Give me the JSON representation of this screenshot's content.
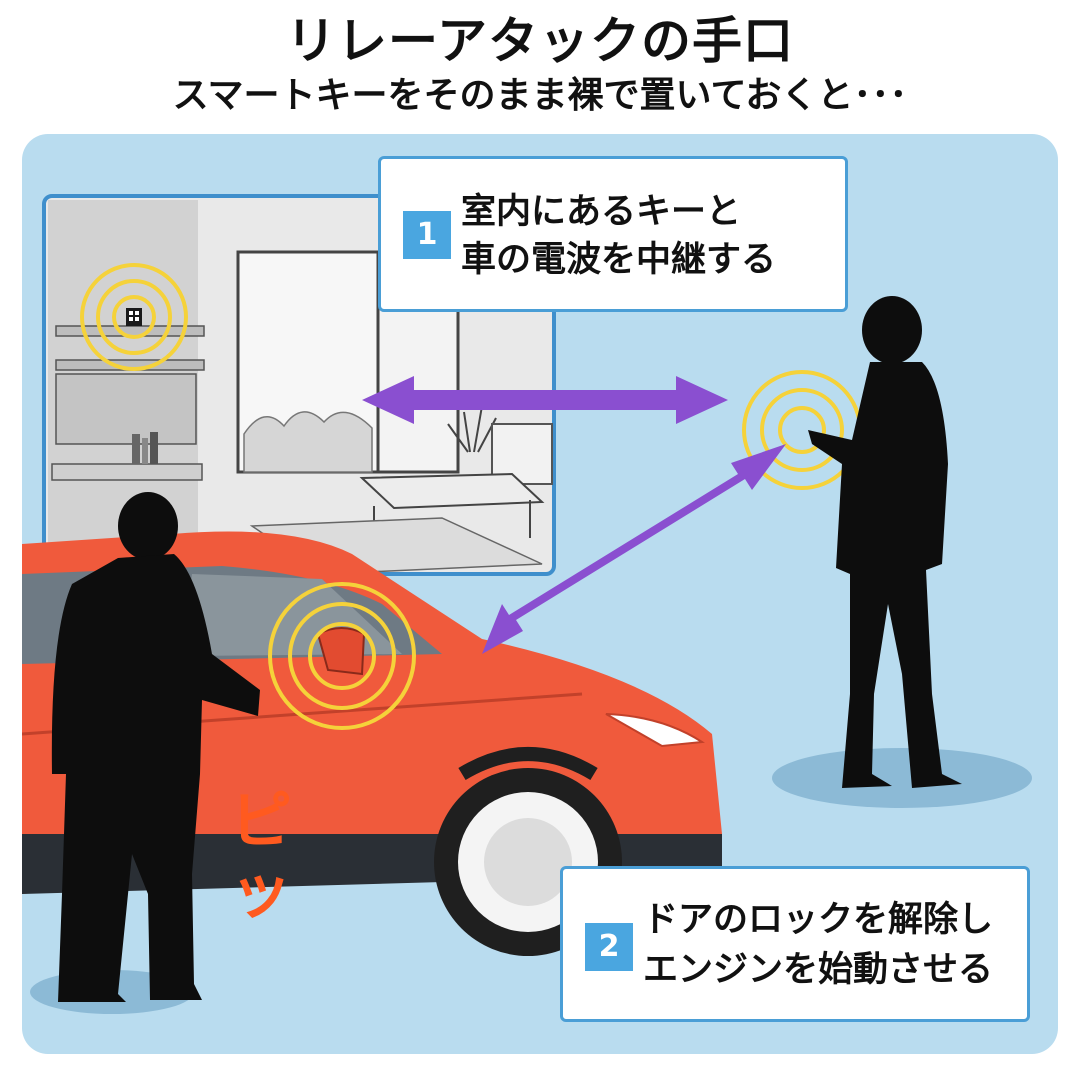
{
  "header": {
    "title": "リレーアタックの手口",
    "subtitle": "スマートキーをそのまま裸で置いておくと･･･"
  },
  "step1": {
    "number": "1",
    "line1": "室内にあるキーと",
    "line2": "車の電波を中継する"
  },
  "step2": {
    "number": "2",
    "line1": "ドアのロックを解除し",
    "line2": "エンジンを始動させる"
  },
  "sound": {
    "char1": "ピ",
    "char2": "ッ"
  },
  "colors": {
    "panel": "#b9dcef",
    "arrow": "#8a4fd0",
    "signal": "#f5d23a",
    "car": "#f05a3c",
    "badge": "#4aa6e0",
    "sound": "#ff5a1f"
  }
}
